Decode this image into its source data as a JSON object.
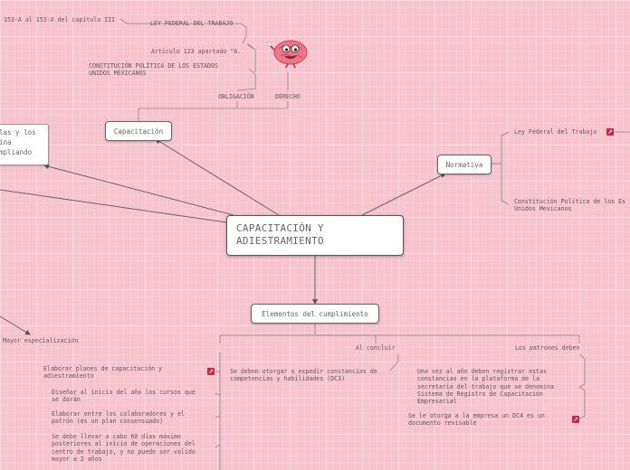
{
  "central": {
    "title": "CAPACITACIÓN Y\nADIESTRAMIENTO"
  },
  "capacitacion": {
    "label": "Capacitación",
    "obligacion": "OBLIGACIÓN",
    "derecho": "DERECHO",
    "ley_federal": "LEY FEDERAL DEL TRABAJO",
    "capitulo": "153-A al 153-X del capítulo III",
    "articulo": "Artículo 123 apartado \"A.",
    "constitucion": "CONSTITUCIÓN POLÍTICA DE LOS ESTADOS\nUNIDOS MEXICANOS"
  },
  "partial_node": {
    "text": "las y los\nina\nmpliando"
  },
  "mayor": "Mayor especialización",
  "normativa": {
    "label": "Normativa",
    "ley": "Ley Federal del Trabajo",
    "constitucion": "Constitución Política de los Es\nUnidos Mexicanos"
  },
  "elementos": {
    "label": "Elementos del cumplimiento",
    "left_items": [
      "Elaborar planes de capacitación y\nadiestramiento",
      "Diseñar al inicio del año los cursos que\nse darán",
      "Elaborar entre los colaboradores y el\npatrón (es un plan consensuado)",
      "Se debe llevar a cabo 60 días máximo\nposteriores al inicio de operaciones del\ncentro de trabajo, y no puede ser valido\nmayor a 2 años"
    ],
    "al_concluir": "Al concluir",
    "constancias": "Se deben otorgar o expedir constancias de\ncompetencias y habilidades (DC3)",
    "patrones": "Los patrones deben",
    "una_vez": "Una vez al año deben registrar estas\nconstancias en la plataforma de la\nsecretaria del trabajo que se denomina\nSistema de Registro  de Capacitación\nEmpresarial",
    "dc4": "Se le otorga a la empresa un DC4 es un\ndocumento revisable"
  },
  "icons": {
    "link": "link-icon",
    "brain": "brain-mascot-icon"
  },
  "colors": {
    "background": "#f7c3cf",
    "line": "#777777",
    "icon": "#c8263f"
  }
}
